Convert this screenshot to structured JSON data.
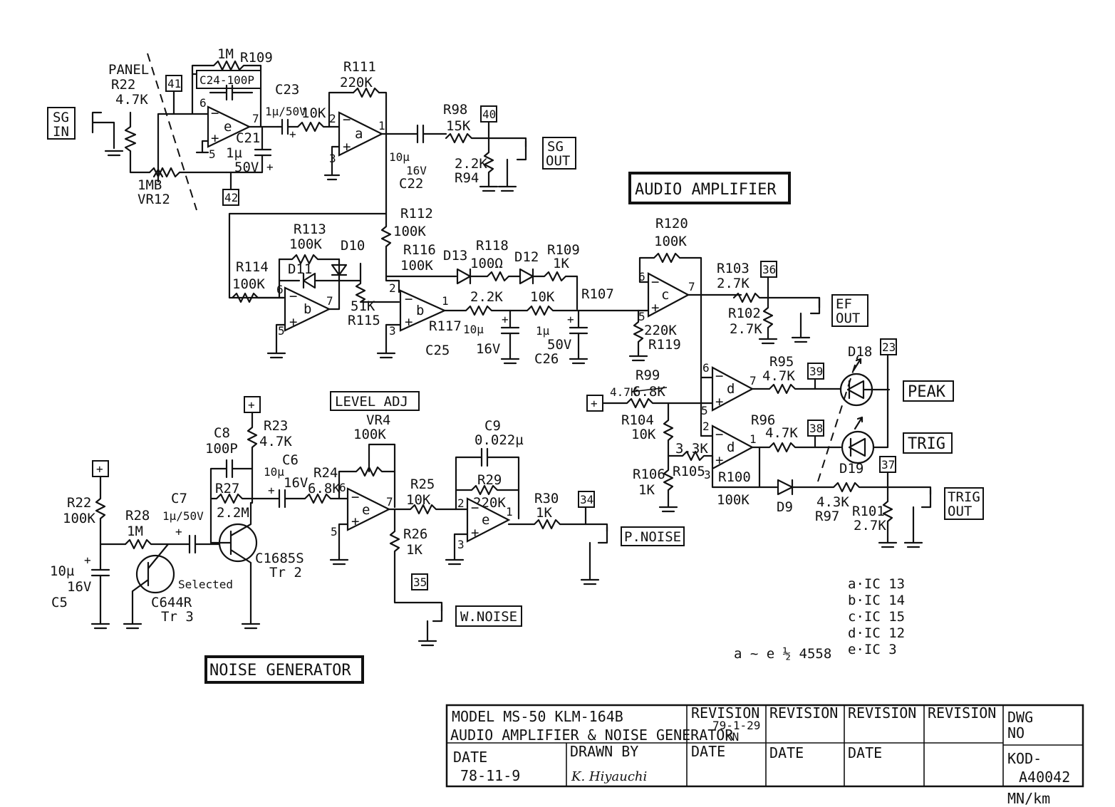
{
  "section_titles": {
    "audio_amplifier": "AUDIO AMPLIFIER",
    "noise_generator": "NOISE GENERATOR",
    "level_adj": "LEVEL ADJ"
  },
  "jacks": {
    "sg_in": [
      "SG",
      "IN"
    ],
    "sg_out": [
      "SG",
      "OUT"
    ],
    "ef_out": [
      "EF",
      "OUT"
    ],
    "peak": "PEAK",
    "trig": "TRIG",
    "trig_out": [
      "TRIG",
      "OUT"
    ],
    "p_noise": "P.NOISE",
    "w_noise": "W.NOISE"
  },
  "pads": {
    "p41": "41",
    "p42": "42",
    "p40": "40",
    "p36": "36",
    "p39": "39",
    "p38": "38",
    "p23": "23",
    "p37": "37",
    "p34": "34",
    "p35": "35",
    "plus_a": "+",
    "plus_b": "+",
    "plus_c": "+"
  },
  "labels": {
    "panel": "PANEL",
    "r22_top": "R22",
    "r22_top_val": "4.7K",
    "vr12": "1MB",
    "vr12_name": "VR12",
    "r109_top_val": "1M",
    "r109_top": "R109",
    "c24": "C24-100P",
    "c23": "C23",
    "c23_val": "1µ/50V",
    "r10k_a": "10K",
    "c21": "C21",
    "c21_val": "1µ",
    "c21_v": "50V",
    "r111": "R111",
    "r111_val": "220K",
    "c22_val": "10µ",
    "c22_v": "16V",
    "c22": "C22",
    "r98": "R98",
    "r98_val": "15K",
    "r94_val": "2.2K",
    "r94": "R94",
    "r112": "R112",
    "r112_val": "100K",
    "r113": "R113",
    "r113_val": "100K",
    "d10": "D10",
    "d11": "D11",
    "r114": "R114",
    "r114_val": "100K",
    "r115_val": "51K",
    "r115": "R115",
    "r116": "R116",
    "r116_val": "100K",
    "d13": "D13",
    "r118": "R118",
    "r118_val": "100Ω",
    "d12": "D12",
    "r108": "R109",
    "r108_val": "1K",
    "r117_val": "2.2K",
    "r117": "R117",
    "r107_val": "10K",
    "r107": "R107",
    "c25_val": "10µ",
    "c25_v": "16V",
    "c25": "C25",
    "c26_val": "1µ",
    "c26_v": "50V",
    "c26": "C26",
    "r120": "R120",
    "r120_val": "100K",
    "r119_val": "220K",
    "r119": "R119",
    "r103": "R103",
    "r103_val": "2.7K",
    "r102": "R102",
    "r102_val": "2.7K",
    "r99": "R99",
    "r99_val": "6.8K",
    "r99_alt": "4.7K",
    "r104": "R104",
    "r104_val": "10K",
    "r105_val": "3.3K",
    "r105": "R105",
    "r106": "R106",
    "r106_val": "1K",
    "r95": "R95",
    "r95_val": "4.7K",
    "r96": "R96",
    "r96_val": "4.7K",
    "d18": "D18",
    "d19": "D19",
    "r100": "R100",
    "r100_val": "100K",
    "d9": "D9",
    "r97_val": "4.3K",
    "r97": "R97",
    "r101": "R101",
    "r101_val": "2.7K",
    "c8": "C8",
    "c8_val": "100P",
    "r23": "R23",
    "r23_val": "4.7K",
    "c6": "C6",
    "c6_val": "10µ",
    "c6_v": "16V",
    "r24": "R24",
    "r24_val": "6.8K",
    "vr4": "VR4",
    "vr4_val": "100K",
    "r27": "R27",
    "r27_val": "2.2M",
    "r22_ng": "R22",
    "r22_ng_val": "100K",
    "r28": "R28",
    "r28_val": "1M",
    "c7": "C7",
    "c7_val": "1µ/50V",
    "tr2": "C1685S",
    "tr2_name": "Tr 2",
    "tr3": "C644R",
    "tr3_name": "Tr 3",
    "selected": "Selected",
    "c5_val": "10µ",
    "c5_v": "16V",
    "c5": "C5",
    "c9": "C9",
    "c9_val": "0.022µ",
    "r29": "R29",
    "r29_val": "220K",
    "r25": "R25",
    "r25_val": "10K",
    "r26": "R26",
    "r26_val": "1K",
    "r30": "R30",
    "r30_val": "1K"
  },
  "opamps": {
    "a": "a",
    "b": "b",
    "c": "c",
    "d": "d",
    "e": "e",
    "minus": "−",
    "plus": "+",
    "pins": [
      "6",
      "7",
      "5",
      "2",
      "1",
      "3"
    ]
  },
  "ic_legend": [
    "a·IC 13",
    "b·IC 14",
    "c·IC 15",
    "d·IC 12",
    "e·IC 3"
  ],
  "ic_note": "a ~ e ½ 4558",
  "title_block": {
    "model": "MODEL MS-50  KLM-164B",
    "subtitle": "AUDIO AMPLIFIER & NOISE GENERATOR",
    "revision_1": "REVISION",
    "revision_1_note": "79-1-29",
    "revision_1_mark": "KN",
    "revision_2": "REVISION",
    "revision_3": "REVISION",
    "revision_4": "REVISION",
    "dwg_no": [
      "DWG",
      "NO"
    ],
    "date_label": "DATE",
    "date_value": "78-11-9",
    "drawn_by": "DRAWN BY",
    "drawn_by_name": "K. Hiyauchi",
    "rev_date_1": "DATE",
    "rev_date_2": "DATE",
    "rev_date_3": "DATE",
    "drawing_number": [
      "KOD-",
      "A40042"
    ],
    "footer": "MN/km"
  }
}
